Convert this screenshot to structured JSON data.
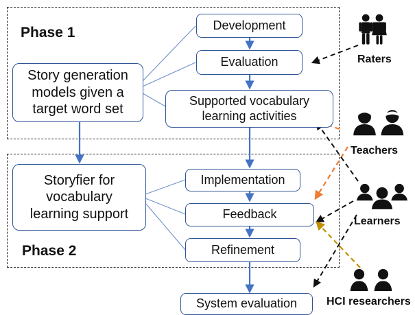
{
  "phases": {
    "phase1_label": "Phase 1",
    "phase2_label": "Phase 2"
  },
  "boxes": {
    "story_generation": "Story generation\nmodels given a\ntarget word set",
    "development": "Development",
    "evaluation": "Evaluation",
    "supported_activities": "Supported vocabulary\nlearning activities",
    "storyfier": "Storyfier for\nvocabulary\nlearning support",
    "implementation": "Implementation",
    "feedback": "Feedback",
    "refinement": "Refinement",
    "system_evaluation": "System evaluation"
  },
  "roles": {
    "raters": "Raters",
    "teachers": "Teachers",
    "learners": "Learners",
    "hci_researchers": "HCI researchers"
  },
  "icons": {
    "raters": "man-woman-icon",
    "teachers": "two-people-icon",
    "learners": "group-people-icon",
    "hci_researchers": "two-people-icon"
  },
  "colors": {
    "box_border": "#2f5597",
    "flow_arrow": "#4472c4",
    "teachers_arrow": "#ed7d31",
    "hci_arrow": "#bf9000",
    "black_arrow": "#111111"
  }
}
